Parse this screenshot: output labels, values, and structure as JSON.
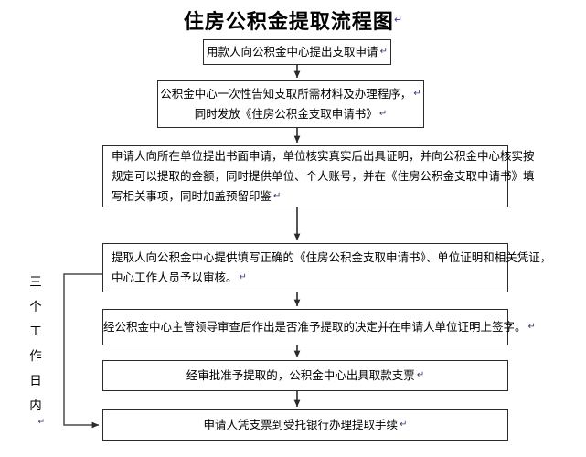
{
  "document": {
    "title": "住房公积金提取流程图",
    "title_mark": "↵",
    "paragraph_mark": "↵"
  },
  "side_label": {
    "name": "three-working-days",
    "chars": [
      "三",
      "个",
      "工",
      "作",
      "日",
      "内"
    ],
    "mark": "↵"
  },
  "flow": {
    "nodes": [
      {
        "id": "node1",
        "align": "center",
        "lines": [
          "用款人向公积金中心提出支取申请"
        ],
        "marks": [
          true
        ]
      },
      {
        "id": "node2",
        "align": "center",
        "lines": [
          "公积金中心一次性告知支取所需材料及办理程序，",
          "同时发放《住房公积金支取申请书》"
        ],
        "marks": [
          true,
          true
        ]
      },
      {
        "id": "node3",
        "align": "justify",
        "lines": [
          "申请人向所在单位提出书面申请，单位核实真实后出具证明，并向公积金中心核实按",
          "规定可以提取的金额，同时提供单位、个人账号，并在《住房公积金支取申请书》填",
          "写相关事项，同时加盖预留印鉴"
        ],
        "marks": [
          false,
          false,
          true
        ]
      },
      {
        "id": "node4",
        "align": "justify",
        "lines": [
          "提取人向公积金中心提供填写正确的《住房公积金支取申请书》、单位证明和相关凭证，",
          "中心工作人员予以审核。"
        ],
        "marks": [
          false,
          true
        ]
      },
      {
        "id": "node5",
        "align": "center",
        "lines": [
          "经公积金中心主管领导审查后作出是否准予提取的决定并在申请人单位证明上签字。"
        ],
        "marks": [
          true
        ]
      },
      {
        "id": "node6",
        "align": "center",
        "lines": [
          "经审批准予提取的，公积金中心出具取款支票"
        ],
        "marks": [
          true
        ]
      },
      {
        "id": "node7",
        "align": "center",
        "lines": [
          "申请人凭支票到受托银行办理提取手续"
        ],
        "marks": [
          true
        ]
      }
    ],
    "connectors": [
      {
        "name": "arrow-node1-to-node2",
        "from": "node1",
        "to": "node2"
      },
      {
        "name": "arrow-node2-to-node3",
        "from": "node2",
        "to": "node3"
      },
      {
        "name": "arrow-node3-to-node4",
        "from": "node3",
        "to": "node4"
      },
      {
        "name": "arrow-node4-to-node5",
        "from": "node4",
        "to": "node5"
      },
      {
        "name": "arrow-node5-to-node6",
        "from": "node5",
        "to": "node6"
      },
      {
        "name": "arrow-node6-to-node7",
        "from": "node6",
        "to": "node7"
      },
      {
        "name": "bracket-node4-to-node7",
        "from": "node4",
        "to": "node7"
      }
    ]
  },
  "colors": {
    "line": "#2b2b2b",
    "bracket": "#4a4a4a",
    "text": "#000000",
    "mark": "#3a3a7a",
    "background": "#ffffff"
  }
}
